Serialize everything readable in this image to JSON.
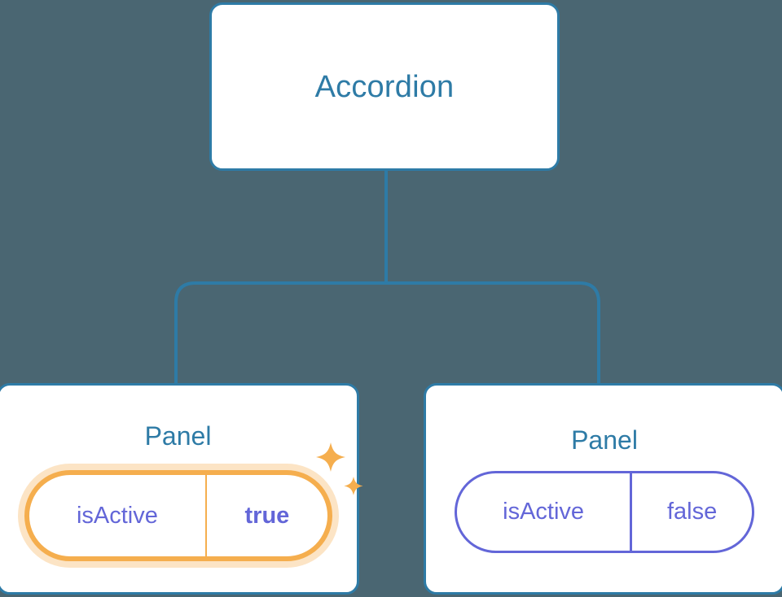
{
  "diagram": {
    "type": "component-tree",
    "background_color": "#4a6672",
    "accent_color": "#2e7ba6",
    "prop_color": "#6366d8",
    "highlight_color": "#f5ae4e",
    "highlight_glow_color": "#fbe0bb"
  },
  "root": {
    "label": "Accordion"
  },
  "children": [
    {
      "label": "Panel",
      "highlighted": true,
      "prop": {
        "key": "isActive",
        "value": "true",
        "value_bold": true
      },
      "sparkles": [
        {
          "name": "sparkle-large-icon"
        },
        {
          "name": "sparkle-small-icon"
        }
      ]
    },
    {
      "label": "Panel",
      "highlighted": false,
      "prop": {
        "key": "isActive",
        "value": "false",
        "value_bold": false
      },
      "sparkles": []
    }
  ],
  "connectors": {
    "name": "tree-connector",
    "stroke_color": "#2e7ba6",
    "stroke_width": 4
  }
}
